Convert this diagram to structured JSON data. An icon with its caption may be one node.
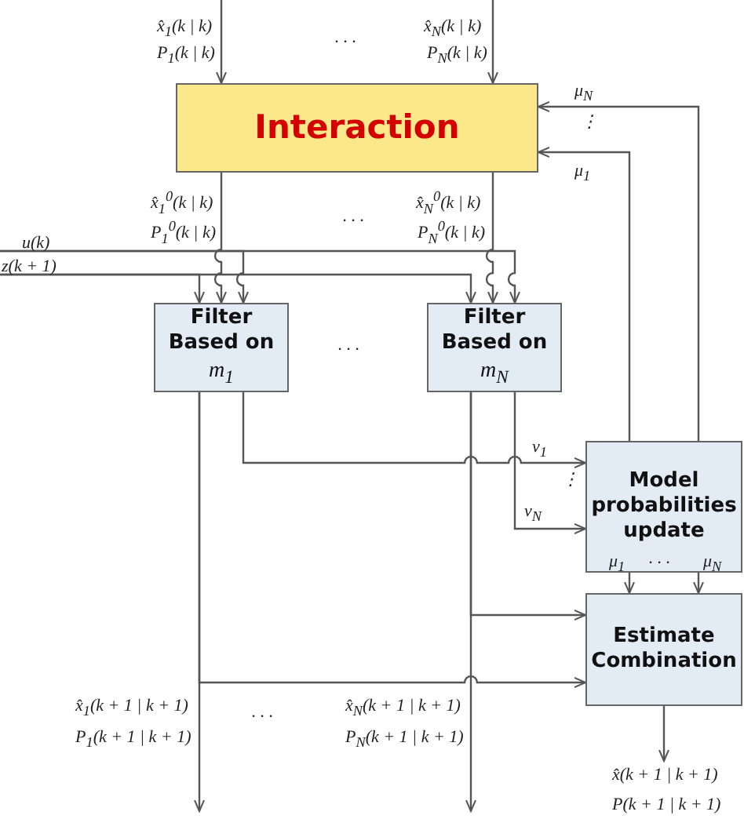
{
  "diagram": {
    "nodes": [
      {
        "text": [
          "Interaction"
        ]
      },
      {
        "text": [
          "Filter Based on",
          "m$_{1}$"
        ]
      },
      {
        "text": [
          "Filter Based on",
          "m$_{N}$"
        ]
      },
      {
        "text": [
          "Model probabilities update"
        ]
      },
      {
        "text": [
          "Estimate Combination"
        ]
      },
      {
        "text": [
          "u(k)"
        ]
      },
      {
        "text": [
          "z(k + 1)"
        ]
      },
      {
        "text": [
          "x̂(k + 1 | k + 1)",
          "P(k + 1 | k + 1)"
        ]
      }
    ],
    "edges": [
      {
        "from": null,
        "to": 0,
        "arrow": "to"
      },
      {
        "from": null,
        "to": 0,
        "arrow": "to"
      },
      {
        "from": 0,
        "to": 1,
        "arrow": "to"
      },
      {
        "from": 0,
        "to": 2,
        "arrow": "to"
      },
      {
        "from": 5,
        "to": 1,
        "arrow": "to"
      },
      {
        "from": 5,
        "to": 2,
        "arrow": "to"
      },
      {
        "from": 6,
        "to": 1,
        "arrow": "to"
      },
      {
        "from": 6,
        "to": 2,
        "arrow": "to"
      },
      {
        "from": 1,
        "to": 3,
        "arrow": "to"
      },
      {
        "from": 2,
        "to": 3,
        "arrow": "to"
      },
      {
        "from": 1,
        "to": null,
        "arrow": "to"
      },
      {
        "from": 1,
        "to": 4,
        "arrow": "to"
      },
      {
        "from": 2,
        "to": null,
        "arrow": "to"
      },
      {
        "from": 2,
        "to": 4,
        "arrow": "to"
      },
      {
        "from": 3,
        "to": 0,
        "arrow": "to"
      },
      {
        "from": 3,
        "to": 0,
        "arrow": "to"
      },
      {
        "from": 3,
        "to": 4,
        "arrow": "to"
      },
      {
        "from": 3,
        "to": 4,
        "arrow": "to"
      },
      {
        "from": 4,
        "to": 7,
        "arrow": "to"
      }
    ],
    "labels": [
      "x̂$_{1}$(k | k)",
      "P$_{1}$(k | k)",
      "· · ·",
      "x̂$_{N}$(k | k)",
      "P$_{N}$(k | k)",
      "μ$_{N}$",
      "⋮",
      "μ$_{1}$",
      "x̂$_{1}$$^{0}$(k | k)",
      "P$_{1}$$^{0}$(k | k)",
      "· · ·",
      "x̂$_{N}$$^{0}$(k | k)",
      "P$_{N}$$^{0}$(k | k)",
      "· · ·",
      "ν$_{1}$",
      "⋮",
      "ν$_{N}$",
      "μ$_{1}$",
      "· · ·",
      "μ$_{N}$",
      "x̂$_{1}$(k + 1 | k + 1)",
      "P$_{1}$(k + 1 | k + 1)",
      "· · ·",
      "x̂$_{N}$(k + 1 | k + 1)",
      "P$_{N}$(k + 1 | k + 1)"
    ]
  }
}
